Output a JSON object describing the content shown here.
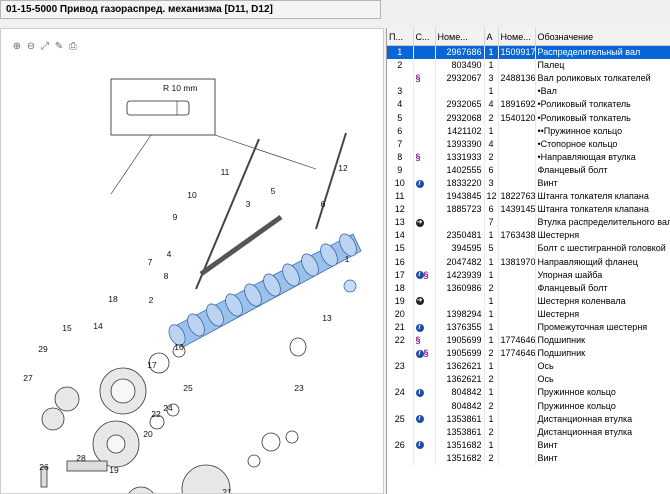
{
  "window": {
    "title": "01-15-5000 Привод газораспред. механизма [D11, D12]"
  },
  "toolbar": {
    "icons": [
      "zoom-in-icon",
      "zoom-out-icon",
      "fit-icon",
      "edit-icon",
      "print-icon"
    ]
  },
  "diagram": {
    "callout_text": "R 10 mm",
    "labels": [
      "1",
      "2",
      "3",
      "4",
      "5",
      "6",
      "7",
      "8",
      "9",
      "10",
      "11",
      "12",
      "13",
      "14",
      "15",
      "16",
      "17",
      "18",
      "19",
      "20",
      "21",
      "22",
      "23",
      "24",
      "25",
      "26",
      "27",
      "28",
      "29"
    ]
  },
  "table": {
    "headers": [
      "П...",
      "С...",
      "Номе...",
      "А",
      "Номе...",
      "Обозначение"
    ],
    "rows": [
      {
        "pos": "1",
        "mark": "",
        "num": "2967686",
        "qty": "1",
        "alt": "1509917",
        "name": "Распределительный вал"
      },
      {
        "pos": "2",
        "mark": "",
        "num": "803490",
        "qty": "1",
        "alt": "",
        "name": "Палец"
      },
      {
        "pos": "",
        "mark": "§",
        "num": "2932067",
        "qty": "3",
        "alt": "2488136",
        "name": "Вал роликовых толкателей"
      },
      {
        "pos": "3",
        "mark": "",
        "num": "",
        "qty": "1",
        "alt": "",
        "name": "•Вал"
      },
      {
        "pos": "4",
        "mark": "",
        "num": "2932065",
        "qty": "4",
        "alt": "1891692",
        "name": "•Роликовый толкатель"
      },
      {
        "pos": "5",
        "mark": "",
        "num": "2932068",
        "qty": "2",
        "alt": "1540120",
        "name": "•Роликовый толкатель"
      },
      {
        "pos": "6",
        "mark": "",
        "num": "1421102",
        "qty": "1",
        "alt": "",
        "name": "••Пружинное кольцо"
      },
      {
        "pos": "7",
        "mark": "",
        "num": "1393390",
        "qty": "4",
        "alt": "",
        "name": "•Стопорное кольцо"
      },
      {
        "pos": "8",
        "mark": "§",
        "num": "1331933",
        "qty": "2",
        "alt": "",
        "name": "•Направляющая втулка"
      },
      {
        "pos": "9",
        "mark": "",
        "num": "1402555",
        "qty": "6",
        "alt": "",
        "name": "Фланцевый болт"
      },
      {
        "pos": "10",
        "mark": "i",
        "num": "1833220",
        "qty": "3",
        "alt": "",
        "name": "Винт"
      },
      {
        "pos": "11",
        "mark": "",
        "num": "1943845",
        "qty": "12",
        "alt": "1822763",
        "name": "Штанга толкателя клапана"
      },
      {
        "pos": "12",
        "mark": "",
        "num": "1885723",
        "qty": "6",
        "alt": "1439145",
        "name": "Штанга толкателя клапана"
      },
      {
        "pos": "13",
        "mark": "r",
        "num": "",
        "qty": "7",
        "alt": "",
        "name": "Втулка распределительного вала"
      },
      {
        "pos": "14",
        "mark": "",
        "num": "2350481",
        "qty": "1",
        "alt": "1763438",
        "name": "Шестерня"
      },
      {
        "pos": "15",
        "mark": "",
        "num": "394595",
        "qty": "5",
        "alt": "",
        "name": "Болт с шестигранной головкой"
      },
      {
        "pos": "16",
        "mark": "",
        "num": "2047482",
        "qty": "1",
        "alt": "1381970",
        "name": "Направляющий фланец"
      },
      {
        "pos": "17",
        "mark": "i§",
        "num": "1423939",
        "qty": "1",
        "alt": "",
        "name": "Упорная шайба"
      },
      {
        "pos": "18",
        "mark": "",
        "num": "1360986",
        "qty": "2",
        "alt": "",
        "name": "Фланцевый болт"
      },
      {
        "pos": "19",
        "mark": "r",
        "num": "",
        "qty": "1",
        "alt": "",
        "name": "Шестерня коленвала"
      },
      {
        "pos": "20",
        "mark": "",
        "num": "1398294",
        "qty": "1",
        "alt": "",
        "name": "Шестерня"
      },
      {
        "pos": "21",
        "mark": "i",
        "num": "1376355",
        "qty": "1",
        "alt": "",
        "name": "Промежуточная шестерня"
      },
      {
        "pos": "22",
        "mark": "§",
        "num": "1905699",
        "qty": "1",
        "alt": "1774646",
        "name": "Подшипник"
      },
      {
        "pos": "",
        "mark": "i§",
        "num": "1905699",
        "qty": "2",
        "alt": "1774646",
        "name": "Подшипник"
      },
      {
        "pos": "23",
        "mark": "",
        "num": "1362621",
        "qty": "1",
        "alt": "",
        "name": "Ось"
      },
      {
        "pos": "",
        "mark": "",
        "num": "1362621",
        "qty": "2",
        "alt": "",
        "name": "Ось"
      },
      {
        "pos": "24",
        "mark": "i",
        "num": "804842",
        "qty": "1",
        "alt": "",
        "name": "Пружинное кольцо"
      },
      {
        "pos": "",
        "mark": "",
        "num": "804842",
        "qty": "2",
        "alt": "",
        "name": "Пружинное кольцо"
      },
      {
        "pos": "25",
        "mark": "i",
        "num": "1353861",
        "qty": "1",
        "alt": "",
        "name": "Дистанционная втулка"
      },
      {
        "pos": "",
        "mark": "",
        "num": "1353861",
        "qty": "2",
        "alt": "",
        "name": "Дистанционная втулка"
      },
      {
        "pos": "26",
        "mark": "i",
        "num": "1351682",
        "qty": "1",
        "alt": "",
        "name": "Винт"
      },
      {
        "pos": "",
        "mark": "",
        "num": "1351682",
        "qty": "2",
        "alt": "",
        "name": "Винт"
      }
    ]
  }
}
